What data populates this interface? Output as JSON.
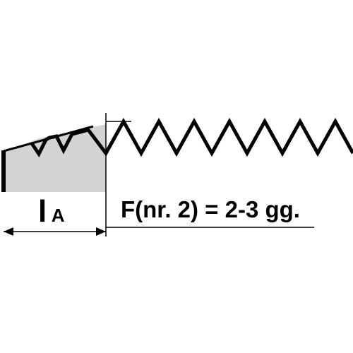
{
  "diagram": {
    "chamfer_label": {
      "main": "l",
      "subscript": "A"
    },
    "formula": "F(nr. 2) = 2-3 gg.",
    "colors": {
      "stroke": "#000000",
      "chamfer_fill": "#d3d3d3",
      "background": "#ffffff"
    }
  }
}
